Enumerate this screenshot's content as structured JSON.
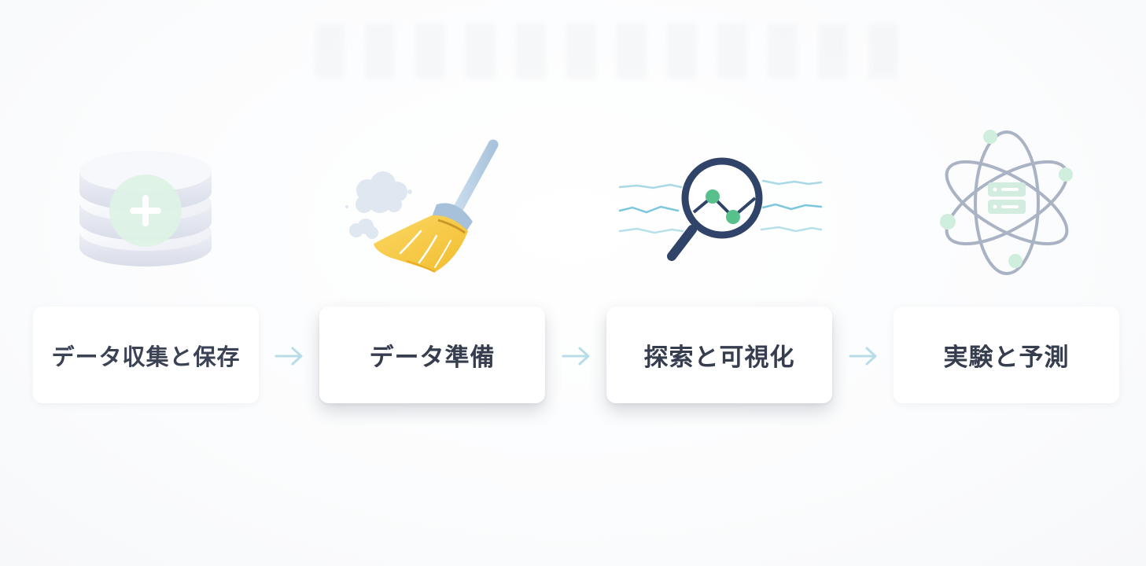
{
  "diagram": {
    "steps": [
      {
        "label": "データ収集と保存",
        "icon": "database-plus-icon"
      },
      {
        "label": "データ準備",
        "icon": "broom-icon"
      },
      {
        "label": "探索と可視化",
        "icon": "magnifier-chart-icon"
      },
      {
        "label": "実験と予測",
        "icon": "atom-icon"
      }
    ],
    "connector_icon": "arrow-right-icon"
  },
  "colors": {
    "card_text": "#363d4f",
    "arrow": "#b9dde8",
    "broom_head": "#f7c948",
    "broom_handle": "#b8d0e6",
    "magnifier": "#2f4468",
    "chart_points": "#58c08a",
    "atom_orbit": "#aab3c4",
    "atom_nodes": "#cfeedd",
    "database": "#e4e7f0",
    "plus_badge": "#ddf2e6"
  }
}
